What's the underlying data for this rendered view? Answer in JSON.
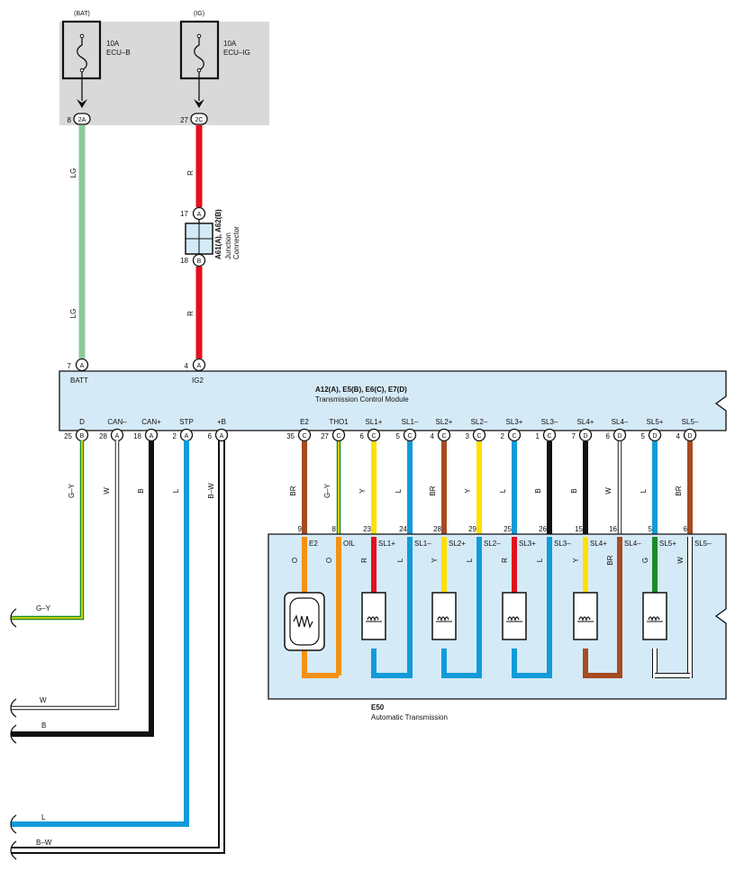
{
  "fuse_box": {
    "bat_label": "(BAT)",
    "ig_label": "(IG)",
    "fuse1_rating": "10A",
    "fuse1_name": "ECU–B",
    "fuse2_rating": "10A",
    "fuse2_name": "ECU–IG",
    "conn1_pin": "8",
    "conn1_code": "2A",
    "conn2_pin": "27",
    "conn2_code": "2C"
  },
  "junction": {
    "ref": "A61(A), A62(B)",
    "line1": "Junction",
    "line2": "Connector",
    "pin_top": "17",
    "code_top": "A",
    "pin_bottom": "18",
    "code_bottom": "B"
  },
  "wires": {
    "lg_upper": "LG",
    "lg_lower": "LG",
    "r_upper": "R",
    "r_lower": "R"
  },
  "tcm": {
    "ref": "A12(A), E5(B), E6(C), E7(D)",
    "name": "Transmission Control Module",
    "top_pins": [
      {
        "num": "7",
        "code": "A",
        "name": "BATT"
      },
      {
        "num": "4",
        "code": "A",
        "name": "IG2"
      }
    ],
    "bottom_pins": [
      {
        "name": "D",
        "num": "25",
        "code": "B",
        "wire": "G–Y"
      },
      {
        "name": "CAN–",
        "num": "28",
        "code": "A",
        "wire": "W"
      },
      {
        "name": "CAN+",
        "num": "18",
        "code": "A",
        "wire": "B"
      },
      {
        "name": "STP",
        "num": "2",
        "code": "A",
        "wire": "L"
      },
      {
        "name": "+B",
        "num": "6",
        "code": "A",
        "wire": "B–W"
      },
      {
        "name": "E2",
        "num": "35",
        "code": "C",
        "wire": "BR"
      },
      {
        "name": "THO1",
        "num": "27",
        "code": "C",
        "wire": "G–Y"
      },
      {
        "name": "SL1+",
        "num": "6",
        "code": "C",
        "wire": "Y"
      },
      {
        "name": "SL1–",
        "num": "5",
        "code": "C",
        "wire": "L"
      },
      {
        "name": "SL2+",
        "num": "4",
        "code": "C",
        "wire": "BR"
      },
      {
        "name": "SL2–",
        "num": "3",
        "code": "C",
        "wire": "Y"
      },
      {
        "name": "SL3+",
        "num": "2",
        "code": "C",
        "wire": "L"
      },
      {
        "name": "SL3–",
        "num": "1",
        "code": "C",
        "wire": "B"
      },
      {
        "name": "SL4+",
        "num": "7",
        "code": "D",
        "wire": "B"
      },
      {
        "name": "SL4–",
        "num": "6",
        "code": "D",
        "wire": "W"
      },
      {
        "name": "SL5+",
        "num": "5",
        "code": "D",
        "wire": "L"
      },
      {
        "name": "SL5–",
        "num": "4",
        "code": "D",
        "wire": "BR"
      }
    ]
  },
  "transmission": {
    "ref": "E50",
    "name": "Automatic Transmission",
    "pins": [
      {
        "num": "9",
        "name": "E2",
        "inner": "O"
      },
      {
        "num": "8",
        "name": "OIL",
        "inner": "O"
      },
      {
        "num": "23",
        "name": "SL1+",
        "inner": "R"
      },
      {
        "num": "24",
        "name": "SL1–",
        "inner": "L"
      },
      {
        "num": "28",
        "name": "SL2+",
        "inner": "Y"
      },
      {
        "num": "29",
        "name": "SL2–",
        "inner": "L"
      },
      {
        "num": "25",
        "name": "SL3+",
        "inner": "R"
      },
      {
        "num": "26",
        "name": "SL3–",
        "inner": "L"
      },
      {
        "num": "15",
        "name": "SL4+",
        "inner": "Y"
      },
      {
        "num": "16",
        "name": "SL4–",
        "inner": "BR"
      },
      {
        "num": "5",
        "name": "SL5+",
        "inner": "G"
      },
      {
        "num": "6",
        "name": "SL5–",
        "inner": "W"
      }
    ]
  },
  "left_leads": {
    "gy": "G–Y",
    "w": "W",
    "b": "B",
    "l": "L",
    "bw": "B–W"
  },
  "colors": {
    "LG": "#8fc89a",
    "R": "#e3101e",
    "G": "#1a8a2a",
    "Y": "#ffe000",
    "W": "#ffffff",
    "B": "#111111",
    "L": "#129bd8",
    "BR": "#a64b22",
    "O": "#f39114",
    "module_fill": "#d5eaf7",
    "fuse_box_fill": "#d9d9d9"
  }
}
